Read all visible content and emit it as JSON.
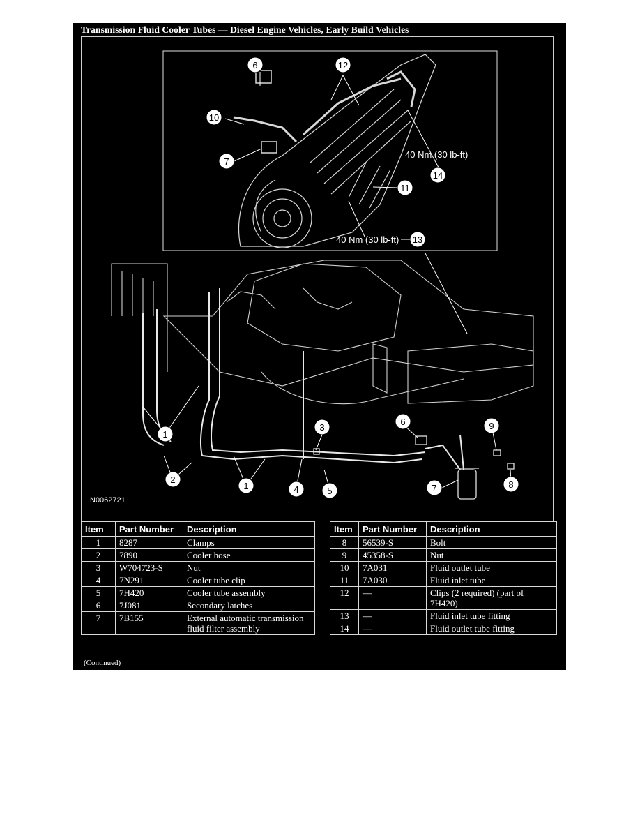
{
  "title": "Transmission Fluid Cooler Tubes — Diesel Engine Vehicles, Early Build Vehicles",
  "illustration": {
    "figure_id": "N0062721",
    "torque_labels": [
      "40 Nm (30 lb-ft)",
      "40 Nm (30 lb-ft)"
    ],
    "callouts": [
      "6",
      "12",
      "10",
      "7",
      "14",
      "11",
      "13",
      "1",
      "2",
      "1",
      "3",
      "4",
      "5",
      "6",
      "7",
      "9",
      "8"
    ]
  },
  "table_headers": [
    "Item",
    "Part Number",
    "Description"
  ],
  "parts_left": [
    {
      "item": "1",
      "part": "8287",
      "desc": "Clamps"
    },
    {
      "item": "2",
      "part": "7890",
      "desc": "Cooler hose"
    },
    {
      "item": "3",
      "part": "W704723-S",
      "desc": "Nut"
    },
    {
      "item": "4",
      "part": "7N291",
      "desc": "Cooler tube clip"
    },
    {
      "item": "5",
      "part": "7H420",
      "desc": "Cooler tube assembly"
    },
    {
      "item": "6",
      "part": "7J081",
      "desc": "Secondary latches"
    },
    {
      "item": "7",
      "part": "7B155",
      "desc": "External automatic transmission fluid filter assembly"
    }
  ],
  "parts_right": [
    {
      "item": "8",
      "part": "56539-S",
      "desc": "Bolt"
    },
    {
      "item": "9",
      "part": "45358-S",
      "desc": "Nut"
    },
    {
      "item": "10",
      "part": "7A031",
      "desc": "Fluid outlet tube"
    },
    {
      "item": "11",
      "part": "7A030",
      "desc": "Fluid inlet tube"
    },
    {
      "item": "12",
      "part": "—",
      "desc": "Clips (2 required) (part of 7H420)"
    },
    {
      "item": "13",
      "part": "—",
      "desc": "Fluid inlet tube fitting"
    },
    {
      "item": "14",
      "part": "—",
      "desc": "Fluid outlet tube fitting"
    }
  ],
  "footer_note": "(Continued)"
}
